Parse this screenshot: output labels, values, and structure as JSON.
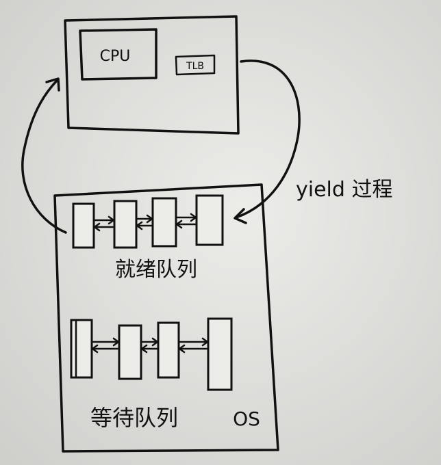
{
  "cpu_label": "CPU",
  "tlb_label": "TLB",
  "yield_label": "yield 过程",
  "ready_queue_label": "就绪队列",
  "waiting_queue_label": "等待队列",
  "os_label": "OS",
  "colors": {
    "ink": "#111111",
    "paper": "#dcdcda"
  }
}
